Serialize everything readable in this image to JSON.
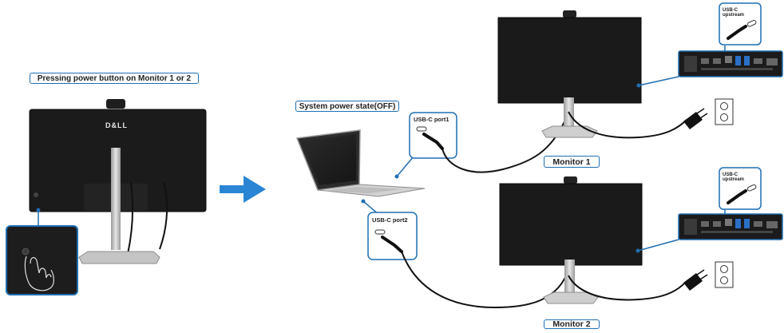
{
  "captions": {
    "power_button": "Pressing power button on Monitor 1 or 2",
    "system_state": "System power state(OFF)",
    "monitor1": "Monitor 1",
    "monitor2": "Monitor 2"
  },
  "callouts": {
    "laptop_port1": "USB-C port1",
    "laptop_port2": "USB-C port2",
    "monitor1_upstream": [
      "USB-C",
      "upstream"
    ],
    "monitor2_upstream": [
      "USB-C",
      "upstream"
    ]
  },
  "logo": "D&LL",
  "colors": {
    "accent": "#1f6fb2",
    "arrow": "#2a86d4",
    "monitor_body": "#1b1b1b",
    "stand": "#c9c9c9",
    "cable": "#111111"
  }
}
